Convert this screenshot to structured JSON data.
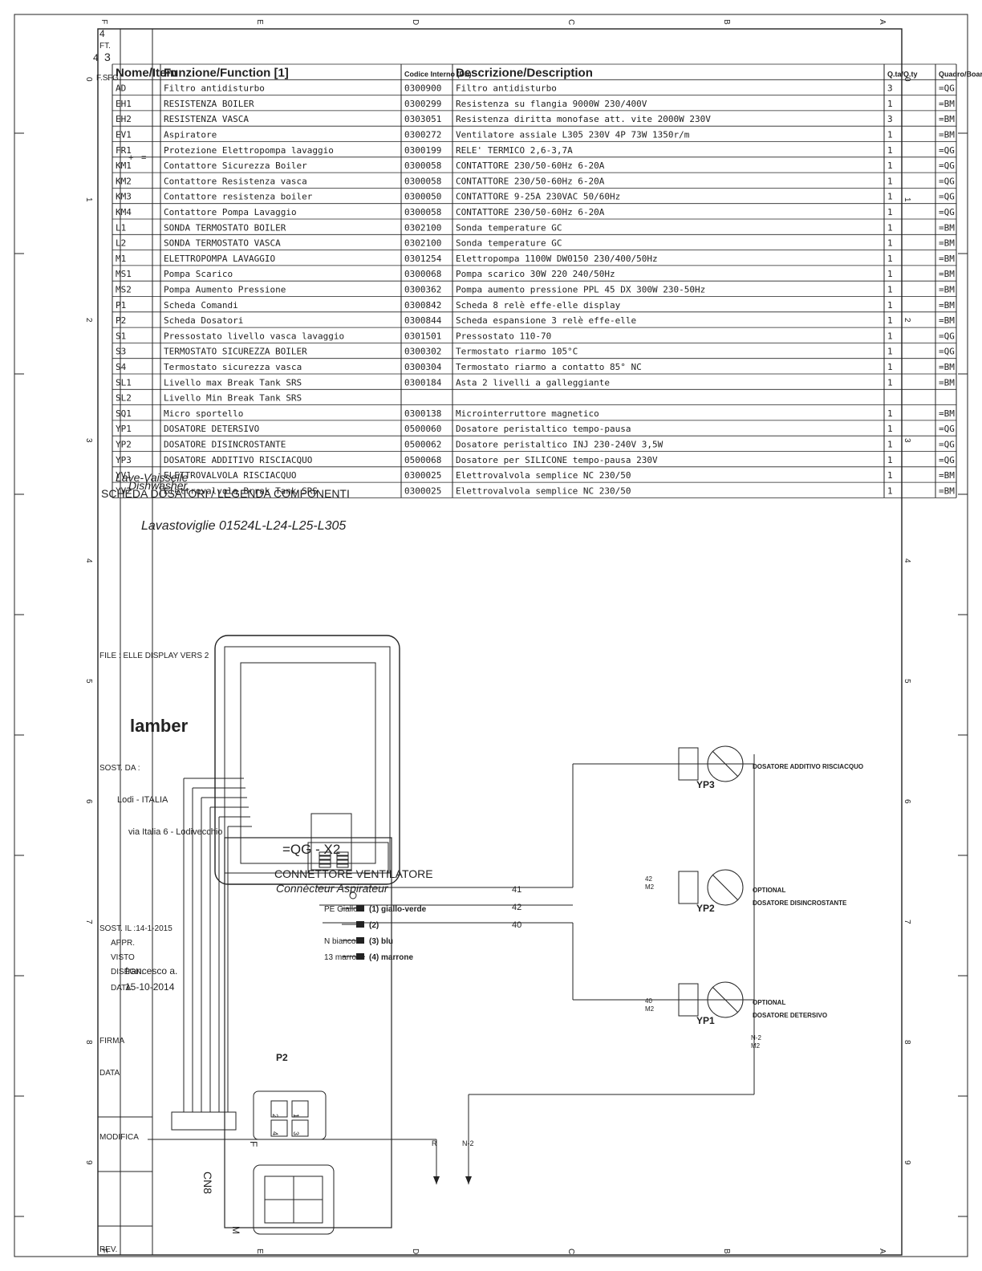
{
  "frame": {
    "row_letters": [
      "A",
      "B",
      "C",
      "D",
      "E",
      "F"
    ],
    "col_numbers": [
      "0",
      "1",
      "2",
      "3",
      "4",
      "5",
      "6",
      "7",
      "8",
      "9"
    ]
  },
  "table": {
    "headers": {
      "item": "Nome/Item",
      "function": "Funzione/Function [1]",
      "code": "Codice Interno (Db)",
      "description": "Descrizione/Description",
      "qty": "Q.ta/Q.ty",
      "board": "Quadro/Board"
    },
    "rows": [
      {
        "item": "AD",
        "function": "Filtro antidisturbo",
        "code": "0300900",
        "description": "Filtro antidisturbo",
        "qty": "3",
        "board": "=QG"
      },
      {
        "item": "EH1",
        "function": "RESISTENZA BOILER",
        "code": "0300299",
        "description": "Resistenza su flangia 9000W 230/400V",
        "qty": "1",
        "board": "=BM"
      },
      {
        "item": "EH2",
        "function": "RESISTENZA VASCA",
        "code": "0303051",
        "description": "Resistenza diritta monofase att. vite 2000W 230V",
        "qty": "3",
        "board": "=BM"
      },
      {
        "item": "EV1",
        "function": "Aspiratore",
        "code": "0300272",
        "description": "Ventilatore assiale L305 230V 4P 73W 1350r/m",
        "qty": "1",
        "board": "=BM"
      },
      {
        "item": "FR1",
        "function": "Protezione Elettropompa lavaggio",
        "code": "0300199",
        "description": "RELE' TERMICO 2,6-3,7A",
        "qty": "1",
        "board": "=QG"
      },
      {
        "item": "KM1",
        "function": "Contattore Sicurezza Boiler",
        "code": "0300058",
        "description": "CONTATTORE 230/50-60Hz 6-20A",
        "qty": "1",
        "board": "=QG"
      },
      {
        "item": "KM2",
        "function": "Contattore Resistenza vasca",
        "code": "0300058",
        "description": "CONTATTORE 230/50-60Hz 6-20A",
        "qty": "1",
        "board": "=QG"
      },
      {
        "item": "KM3",
        "function": "Contattore resistenza boiler",
        "code": "0300050",
        "description": "CONTATTORE 9-25A 230VAC 50/60Hz",
        "qty": "1",
        "board": "=QG"
      },
      {
        "item": "KM4",
        "function": "Contattore Pompa Lavaggio",
        "code": "0300058",
        "description": "CONTATTORE 230/50-60Hz 6-20A",
        "qty": "1",
        "board": "=QG"
      },
      {
        "item": "L1",
        "function": "SONDA TERMOSTATO BOILER",
        "code": "0302100",
        "description": "Sonda temperature GC",
        "qty": "1",
        "board": "=BM"
      },
      {
        "item": "L2",
        "function": "SONDA TERMOSTATO VASCA",
        "code": "0302100",
        "description": "Sonda temperature GC",
        "qty": "1",
        "board": "=BM"
      },
      {
        "item": "M1",
        "function": "ELETTROPOMPA LAVAGGIO",
        "code": "0301254",
        "description": "Elettropompa 1100W DW0150 230/400/50Hz",
        "qty": "1",
        "board": "=BM"
      },
      {
        "item": "MS1",
        "function": "Pompa Scarico",
        "code": "0300068",
        "description": "Pompa scarico 30W 220 240/50Hz",
        "qty": "1",
        "board": "=BM"
      },
      {
        "item": "MS2",
        "function": "Pompa Aumento Pressione",
        "code": "0300362",
        "description": "Pompa aumento pressione PPL 45 DX 300W 230-50Hz",
        "qty": "1",
        "board": "=BM"
      },
      {
        "item": "P1",
        "function": "Scheda Comandi",
        "code": "0300842",
        "description": "Scheda 8 relè effe-elle display",
        "qty": "1",
        "board": "=BM"
      },
      {
        "item": "P2",
        "function": "Scheda Dosatori",
        "code": "0300844",
        "description": "Scheda espansione 3 relè effe-elle",
        "qty": "1",
        "board": "=BM"
      },
      {
        "item": "S1",
        "function": "Pressostato livello vasca lavaggio",
        "code": "0301501",
        "description": "Pressostato 110-70",
        "qty": "1",
        "board": "=QG"
      },
      {
        "item": "S3",
        "function": "TERMOSTATO SICUREZZA BOILER",
        "code": "0300302",
        "description": "Termostato riarmo 105°C",
        "qty": "1",
        "board": "=QG"
      },
      {
        "item": "S4",
        "function": "Termostato sicurezza vasca",
        "code": "0300304",
        "description": "Termostato riarmo a contatto 85° NC",
        "qty": "1",
        "board": "=BM"
      },
      {
        "item": "SL1",
        "function": "Livello max Break Tank SRS",
        "code": "0300184",
        "description": "Asta 2 livelli a galleggiante",
        "qty": "1",
        "board": "=BM"
      },
      {
        "item": "SL2",
        "function": "Livello Min Break Tank SRS",
        "code": "",
        "description": "",
        "qty": "",
        "board": ""
      },
      {
        "item": "SQ1",
        "function": "Micro sportello",
        "code": "0300138",
        "description": "Microinterruttore magnetico",
        "qty": "1",
        "board": "=BM"
      },
      {
        "item": "YP1",
        "function": "DOSATORE DETERSIVO",
        "code": "0500060",
        "description": "Dosatore peristaltico tempo-pausa",
        "qty": "1",
        "board": "=QG"
      },
      {
        "item": "YP2",
        "function": "DOSATORE DISINCROSTANTE",
        "code": "0500062",
        "description": "Dosatore peristaltico INJ 230-240V 3,5W",
        "qty": "1",
        "board": "=QG"
      },
      {
        "item": "YP3",
        "function": "DOSATORE ADDITIVO RISCIACQUO",
        "code": "0500068",
        "description": "Dosatore per SILICONE tempo-pausa 230V",
        "qty": "1",
        "board": "=QG"
      },
      {
        "item": "YV1",
        "function": "ELETTROVALVOLA RISCIACQUO",
        "code": "0300025",
        "description": "Elettrovalvola semplice NC 230/50",
        "qty": "1",
        "board": "=BM"
      },
      {
        "item": "YV2",
        "function": "Elettrovalvola Brrak Tank SRS",
        "code": "0300025",
        "description": "Elettrovalvola semplice NC 230/50",
        "qty": "1",
        "board": "=BM"
      }
    ]
  },
  "connector": {
    "title": "=QG - X2",
    "subtitle": "CONNETTORE VENTILATORE",
    "subtitle_fr": "Connècteur Aspirateur",
    "pins": [
      {
        "num": "(1) giallo-verde",
        "wire": "PE Giallo"
      },
      {
        "num": "(2)",
        "wire": ""
      },
      {
        "num": "(3) blu",
        "wire": "N bianco"
      },
      {
        "num": "(4) marrone",
        "wire": "13 marrone"
      }
    ],
    "female_label": "F",
    "male_label": "M",
    "pin_numbers": [
      "1",
      "2",
      "3",
      "4"
    ]
  },
  "schematic": {
    "board_label": "P2",
    "connector_label": "CN8",
    "line_r": "R",
    "line_n": "N-2",
    "wires": [
      "41",
      "42",
      "40"
    ],
    "yp1": {
      "label": "YP1",
      "note1": "OPTIONAL",
      "note2": "DOSATORE DETERSIVO",
      "term": "40",
      "term_sub": "M2"
    },
    "yp2": {
      "label": "YP2",
      "note1": "OPTIONAL",
      "note2": "DOSATORE DISINCROSTANTE",
      "term": "42",
      "term_sub": "M2"
    },
    "yp3": {
      "label": "YP3",
      "note1": "DOSATORE ADDITIVO RISCIACQUO"
    },
    "n_term": "N-2",
    "n_term_sub": "M2"
  },
  "title_block": {
    "rev": "REV.",
    "modifica": "MODIFICA",
    "data": "DATA",
    "firma": "FIRMA",
    "data_value": "15-10-2014",
    "disegn": "DISEGN.",
    "disegn_value": "francesco a.",
    "visto": "VISTO",
    "appr": "APPR.",
    "sost_il": "SOST. IL :14-1-2015",
    "sost_da": "SOST. DA :",
    "company": "lamber",
    "address1": "via Italia 6 - Lodivecchio",
    "address2": "Lodi - ITALIA",
    "file": "FILE : ELLE DISPLAY VERS 2",
    "product": "Lavastoviglie 01524L-L24-L25-L305",
    "product_en": "Dishwasher",
    "product_fr": "Lave-Vaisselle",
    "legend": "SCHEDA DOSATORI / LEGENDA COMPONENTI",
    "sym1": "=",
    "sym2": "+",
    "fg_label": "FG.",
    "fg_value": "3",
    "ft_label": "FT.",
    "ft_value": "4",
    "fs_label": "F.S.",
    "fs_value": "4"
  }
}
